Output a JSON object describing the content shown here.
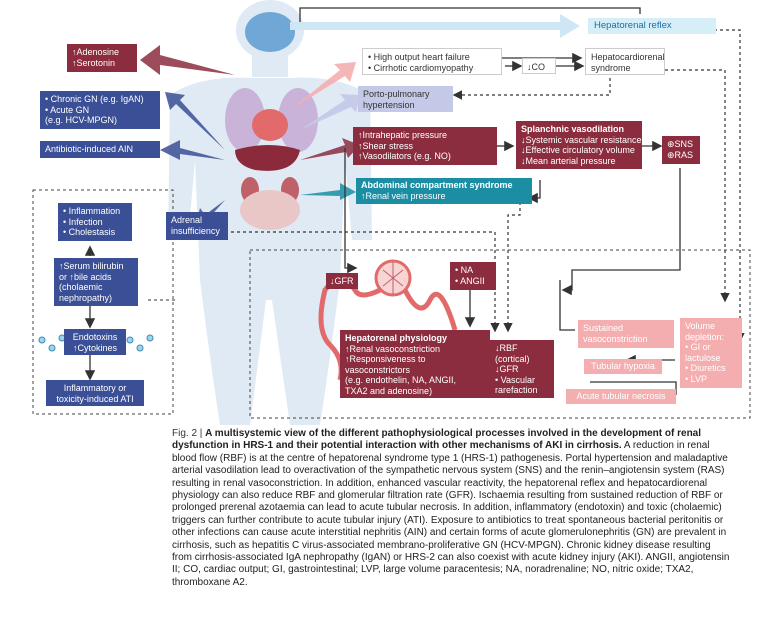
{
  "boxes": {
    "hepatorenal_reflex": "Hepatorenal reflex",
    "adenosine": [
      "↑Adenosine",
      "↑Serotonin"
    ],
    "heart_failure": [
      "• High output heart failure",
      "• Cirrhotic cardiomyopathy"
    ],
    "co": "↓CO",
    "hepatocardiorenal": [
      "Hepatocardiorenal",
      "syndrome"
    ],
    "glomerulonephritis": [
      "• Chronic GN (e.g. IgAN)",
      "• Acute GN",
      "   (e.g. HCV-MPGN)"
    ],
    "porto_pulmonary": [
      "Porto-pulmonary",
      "hypertension"
    ],
    "antibiotic_ain": "Antibiotic-induced AIN",
    "intrahepatic": [
      "↑Intrahepatic pressure",
      "↑Shear stress",
      "↑Vasodilators (e.g. NO)"
    ],
    "splanchnic_title": "Splanchnic vasodilation",
    "splanchnic": [
      "↓Systemic vascular resistance",
      "↓Effective circulatory volume",
      "↓Mean arterial pressure"
    ],
    "sns_ras": [
      "⊕SNS",
      "⊕RAS"
    ],
    "abdominal_title": "Abdominal compartment syndrome",
    "abdominal": "↑Renal vein pressure",
    "inflammation": [
      "• Inflammation",
      "• Infection",
      "• Cholestasis"
    ],
    "adrenal": [
      "Adrenal",
      "insufficiency"
    ],
    "bilirubin": [
      "↑Serum bilirubin",
      "or ↑bile acids",
      "(cholaemic",
      "nephropathy)"
    ],
    "gfr_low": "↓GFR",
    "na_angii": [
      "• NA",
      "• ANGII"
    ],
    "endotoxins": [
      "Endotoxins",
      "↑Cytokines"
    ],
    "hepatorenal_title": "Hepatorenal physiology",
    "hepatorenal": [
      "↑Renal vasoconstriction",
      "↑Responsiveness to",
      "vasoconstrictors",
      "(e.g. endothelin, NA, ANGII,",
      "TXA2 and adenosine)"
    ],
    "rbf": [
      "↓RBF",
      "(cortical)",
      "↓GFR",
      "• Vascular",
      "  rarefaction"
    ],
    "sustained": [
      "Sustained",
      "vasoconstriction"
    ],
    "volume_depletion": [
      "Volume",
      "depletion:",
      "• GI or",
      "  lactulose",
      "• Diuretics",
      "• LVP"
    ],
    "tubular_hypoxia": "Tubular hypoxia",
    "atn": "Acute tubular necrosis",
    "ati": [
      "Inflammatory or",
      "toxicity-induced ATI"
    ]
  },
  "caption": {
    "fig": "Fig. 2 |",
    "title": "A multisystemic view of the different pathophysiological processes involved in the development of renal dysfunction in HRS-1 and their potential interaction with other mechanisms of AKI in cirrhosis.",
    "body": "A reduction in renal blood flow (RBF) is at the centre of hepatorenal syndrome type 1 (HRS-1) pathogenesis. Portal hypertension and maladaptive arterial vasodilation lead to overactivation of the sympathetic nervous system (SNS) and the renin–angiotensin system (RAS) resulting in renal vasoconstriction. In addition, enhanced vascular reactivity, the hepatorenal reflex and hepatocardiorenal physiology can also reduce RBF and glomerular filtration rate (GFR). Ischaemia resulting from sustained reduction of RBF or prolonged prerenal azotaemia can lead to acute tubular necrosis. In addition, inflammatory (endotoxin) and toxic (cholaemic) triggers can further contribute to acute tubular injury (ATI). Exposure to antibiotics to treat spontaneous bacterial peritonitis or other infections can cause acute interstitial nephritis (AIN) and certain forms of acute glomerulonephritis (GN) are prevalent in cirrhosis, such as hepatitis C virus-associated membrano-proliferative GN (HCV-MPGN). Chronic kidney disease resulting from cirrhosis-associated IgA nephropathy (IgAN) or HRS-2 can also coexist with acute kidney injury (AKI). ANGII, angiotensin II; CO, cardiac output; GI, gastrointestinal; LVP, large volume paracentesis; NA, noradrenaline; NO, nitric oxide; TXA2, thromboxane A2."
  },
  "colors": {
    "maroon": "#8c2d3f",
    "navy": "#3a4f95",
    "teal": "#1b8ea3",
    "pink": "#f4aeb0",
    "lavender": "#c4c9e8",
    "body": "#dfeaf4"
  }
}
